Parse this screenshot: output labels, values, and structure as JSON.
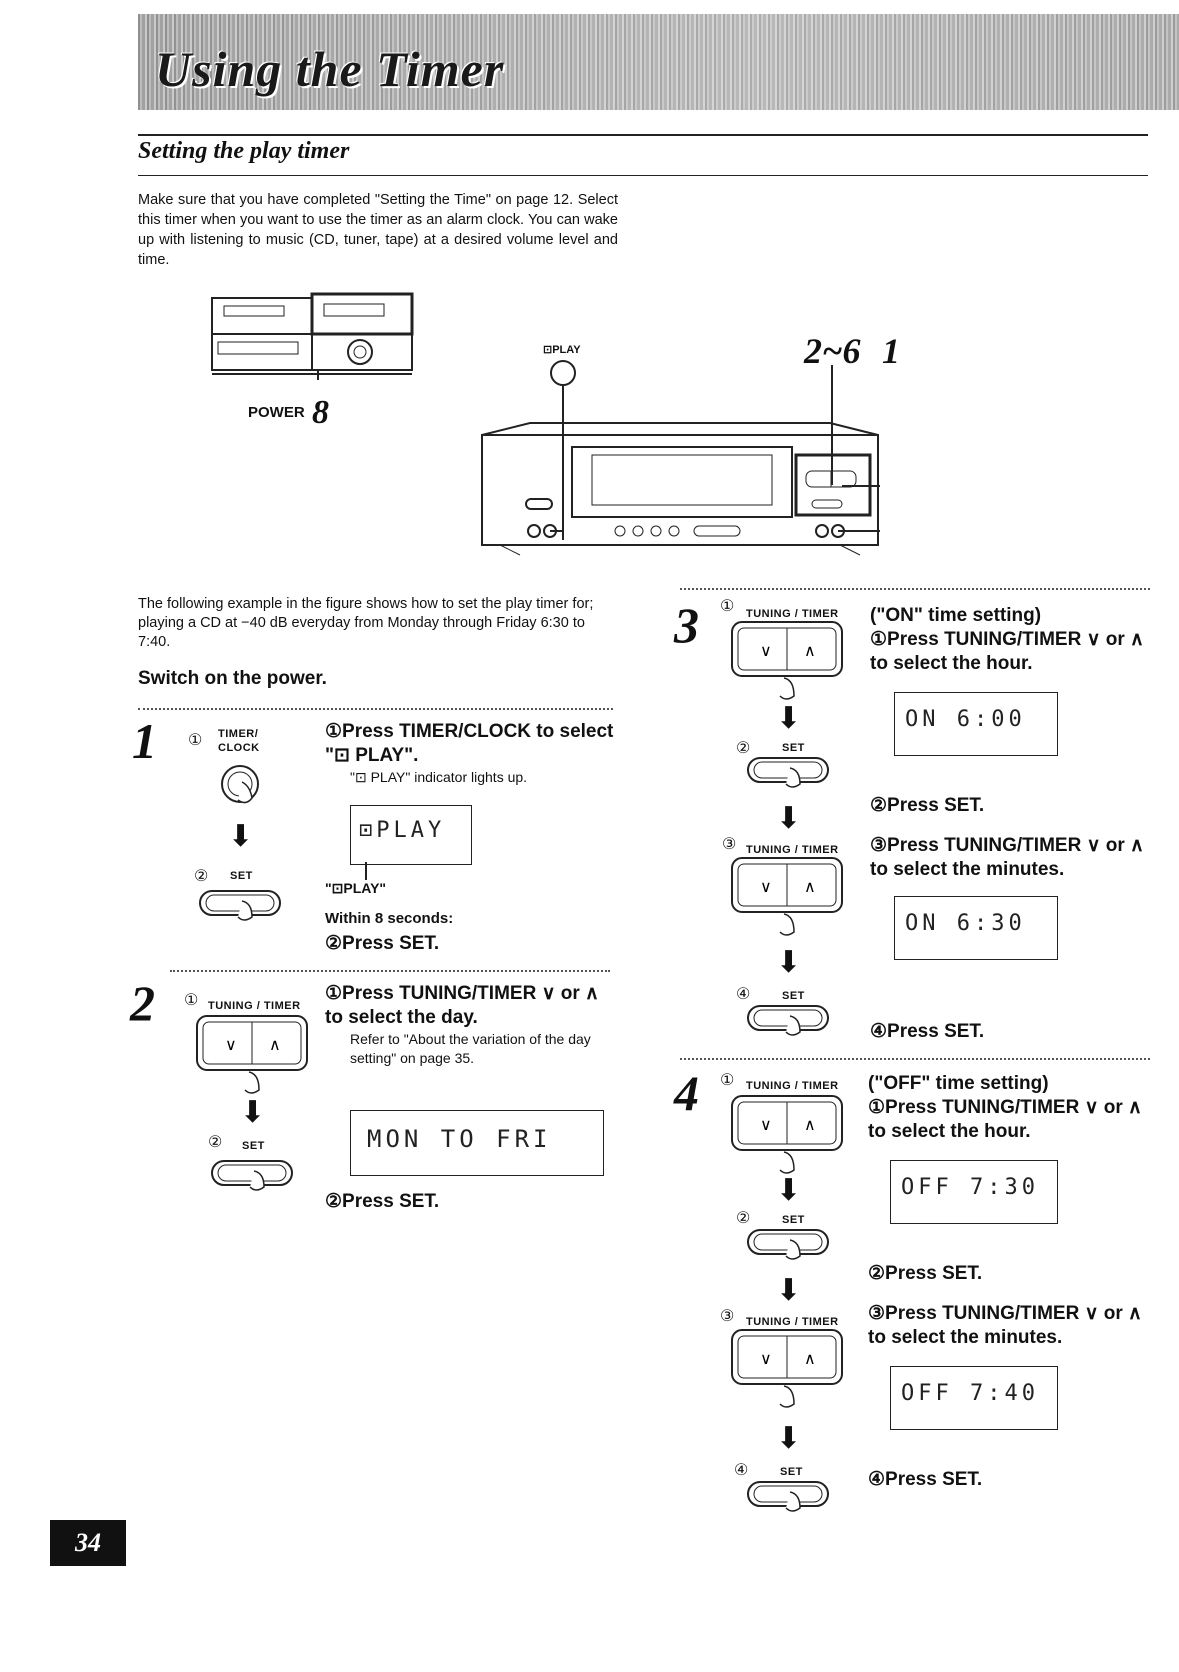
{
  "header": {
    "title": "Using the Timer",
    "subtitle": "Setting the play timer"
  },
  "intro": "Make sure that you have completed \"Setting the Time\" on page 12. Select this timer when you want to use the timer as an alarm clock. You can wake up with listening to music (CD, tuner, tape) at a desired volume level and time.",
  "figure": {
    "power_label": "POWER",
    "power_step": "8",
    "play_label": "⊡PLAY",
    "steps_label": "2~6",
    "step1_label": "1"
  },
  "example": "The following example in the figure shows how to set the play timer for; playing a CD at −40 dB everyday from Monday through Friday 6:30 to 7:40.",
  "switch_power": "Switch on the power.",
  "step1": {
    "num": "1",
    "circ1": "①",
    "button1": "TIMER/ CLOCK",
    "circ2": "②",
    "button2": "SET",
    "instr1": "①Press TIMER/CLOCK to select \"⊡ PLAY\".",
    "note": "\"⊡ PLAY\" indicator lights up.",
    "lcd": "⊡PLAY",
    "lcd_caption": "\"⊡PLAY\"",
    "within": "Within 8 seconds:",
    "instr2": "②Press SET."
  },
  "step2": {
    "num": "2",
    "circ1": "①",
    "button1": "TUNING / TIMER",
    "circ2": "②",
    "button2": "SET",
    "instr1": "①Press TUNING/TIMER ∨ or ∧ to select the day.",
    "note": "Refer to \"About the variation of the day setting\" on page 35.",
    "lcd": "MON TO FRI",
    "instr2": "②Press SET."
  },
  "step3": {
    "num": "3",
    "heading": "(\"ON\" time setting)",
    "circ1": "①",
    "button1": "TUNING / TIMER",
    "circ2": "②",
    "button2": "SET",
    "circ3": "③",
    "button3": "TUNING / TIMER",
    "circ4": "④",
    "button4": "SET",
    "instr1": "①Press TUNING/TIMER ∨ or ∧ to select the hour.",
    "lcd1": "ON  6:00",
    "instr2": "②Press SET.",
    "instr3": "③Press TUNING/TIMER ∨ or ∧ to select the minutes.",
    "lcd2": "ON  6:30",
    "instr4": "④Press SET."
  },
  "step4": {
    "num": "4",
    "heading": "(\"OFF\" time setting)",
    "circ1": "①",
    "button1": "TUNING / TIMER",
    "circ2": "②",
    "button2": "SET",
    "circ3": "③",
    "button3": "TUNING / TIMER",
    "circ4": "④",
    "button4": "SET",
    "instr1": "①Press TUNING/TIMER ∨ or ∧ to select the hour.",
    "lcd1": "OFF  7:30",
    "instr2": "②Press SET.",
    "instr3": "③Press TUNING/TIMER ∨ or ∧ to select the minutes.",
    "lcd2": "OFF  7:40",
    "instr4": "④Press SET."
  },
  "page_number": "34"
}
